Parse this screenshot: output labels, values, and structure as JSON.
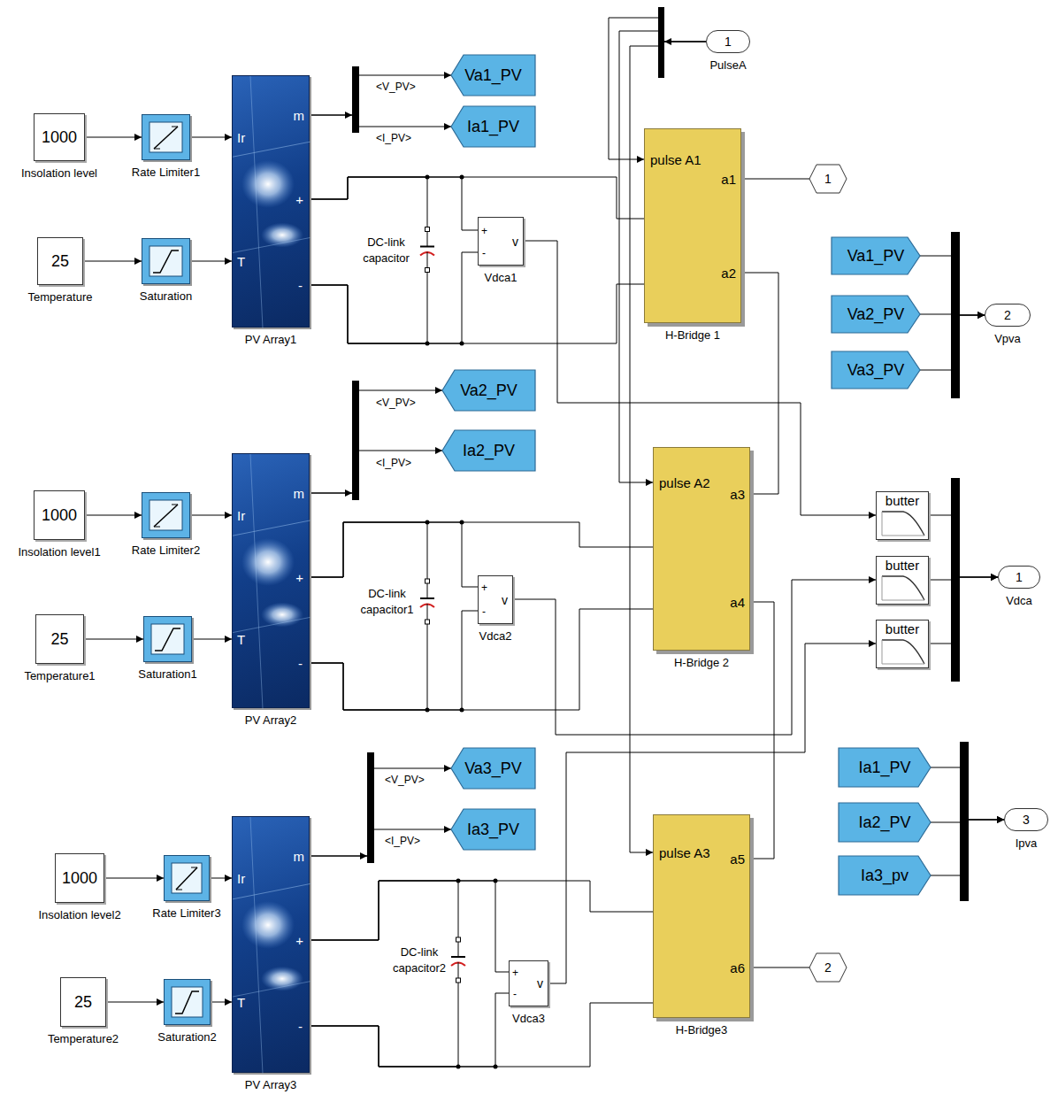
{
  "diagram": {
    "nodes": [
      {
        "text": [
          "1000",
          "Insolation level"
        ]
      },
      {
        "text": [
          "Rate Limiter1"
        ]
      },
      {
        "text": [
          "25",
          "Temperature"
        ]
      },
      {
        "text": [
          "Saturation"
        ]
      },
      {
        "text": [
          "Ir",
          "T",
          "m",
          "+",
          "-",
          "PV Array1"
        ]
      },
      {
        "text": [
          "Va1_PV"
        ]
      },
      {
        "text": [
          "Ia1_PV"
        ]
      },
      {
        "text": [
          "DC-link capacitor"
        ]
      },
      {
        "text": [
          "+",
          "-",
          "v",
          "Vdca1"
        ]
      },
      {
        "text": [
          "pulse A1",
          "a1",
          "a2",
          "H-Bridge 1"
        ]
      },
      {
        "text": [
          "1",
          "PulseA"
        ]
      },
      {
        "text": [
          "1"
        ]
      },
      {
        "text": [
          "Va1_PV"
        ]
      },
      {
        "text": [
          "Va2_PV"
        ]
      },
      {
        "text": [
          "Va3_PV"
        ]
      },
      {
        "text": [
          "2",
          "Vpva"
        ]
      },
      {
        "text": [
          "1000",
          "Insolation level1"
        ]
      },
      {
        "text": [
          "Rate Limiter2"
        ]
      },
      {
        "text": [
          "25",
          "Temperature1"
        ]
      },
      {
        "text": [
          "Saturation1"
        ]
      },
      {
        "text": [
          "Ir",
          "T",
          "m",
          "+",
          "-",
          "PV Array2"
        ]
      },
      {
        "text": [
          "Va2_PV"
        ]
      },
      {
        "text": [
          "Ia2_PV"
        ]
      },
      {
        "text": [
          "DC-link capacitor1"
        ]
      },
      {
        "text": [
          "+",
          "-",
          "v",
          "Vdca2"
        ]
      },
      {
        "text": [
          "pulse A2",
          "a3",
          "a4",
          "H-Bridge 2"
        ]
      },
      {
        "text": [
          "butter"
        ]
      },
      {
        "text": [
          "butter"
        ]
      },
      {
        "text": [
          "butter"
        ]
      },
      {
        "text": [
          "1",
          "Vdca"
        ]
      },
      {
        "text": [
          "1000",
          "Insolation level2"
        ]
      },
      {
        "text": [
          "Rate Limiter3"
        ]
      },
      {
        "text": [
          "25",
          "Temperature2"
        ]
      },
      {
        "text": [
          "Saturation2"
        ]
      },
      {
        "text": [
          "Ir",
          "T",
          "m",
          "+",
          "-",
          "PV Array3"
        ]
      },
      {
        "text": [
          "Va3_PV"
        ]
      },
      {
        "text": [
          "Ia3_PV"
        ]
      },
      {
        "text": [
          "DC-link capacitor2"
        ]
      },
      {
        "text": [
          "+",
          "-",
          "v",
          "Vdca3"
        ]
      },
      {
        "text": [
          "pulse A3",
          "a5",
          "a6",
          "H-Bridge3"
        ]
      },
      {
        "text": [
          "2"
        ]
      },
      {
        "text": [
          "Ia1_PV"
        ]
      },
      {
        "text": [
          "Ia2_PV"
        ]
      },
      {
        "text": [
          "Ia3_pv"
        ]
      },
      {
        "text": [
          "3",
          "Ipva"
        ]
      }
    ],
    "edges": [
      {
        "from": 0,
        "to": 1,
        "arrow": "to"
      },
      {
        "from": 1,
        "to": 4,
        "arrow": "to"
      },
      {
        "from": 2,
        "to": 3,
        "arrow": "to"
      },
      {
        "from": 3,
        "to": 4,
        "arrow": "to"
      },
      {
        "from": 4,
        "to": 5,
        "arrow": "to"
      },
      {
        "from": 4,
        "to": 6,
        "arrow": "to"
      },
      {
        "from": 4,
        "to": 7,
        "arrow": "none"
      },
      {
        "from": 4,
        "to": 8,
        "arrow": "none"
      },
      {
        "from": 4,
        "to": 9,
        "arrow": "none"
      },
      {
        "from": 8,
        "to": 26,
        "arrow": "to"
      },
      {
        "from": 10,
        "to": 9,
        "arrow": "to"
      },
      {
        "from": 10,
        "to": 25,
        "arrow": "to"
      },
      {
        "from": 10,
        "to": 39,
        "arrow": "to"
      },
      {
        "from": 9,
        "to": 11,
        "arrow": "none"
      },
      {
        "from": 9,
        "to": 25,
        "arrow": "none"
      },
      {
        "from": 12,
        "to": 15,
        "arrow": "to"
      },
      {
        "from": 13,
        "to": 15,
        "arrow": "to"
      },
      {
        "from": 14,
        "to": 15,
        "arrow": "to"
      },
      {
        "from": 16,
        "to": 17,
        "arrow": "to"
      },
      {
        "from": 17,
        "to": 20,
        "arrow": "to"
      },
      {
        "from": 18,
        "to": 19,
        "arrow": "to"
      },
      {
        "from": 19,
        "to": 20,
        "arrow": "to"
      },
      {
        "from": 20,
        "to": 21,
        "arrow": "to"
      },
      {
        "from": 20,
        "to": 22,
        "arrow": "to"
      },
      {
        "from": 20,
        "to": 23,
        "arrow": "none"
      },
      {
        "from": 20,
        "to": 24,
        "arrow": "none"
      },
      {
        "from": 20,
        "to": 25,
        "arrow": "none"
      },
      {
        "from": 24,
        "to": 27,
        "arrow": "to"
      },
      {
        "from": 25,
        "to": 39,
        "arrow": "none"
      },
      {
        "from": 26,
        "to": 29,
        "arrow": "to"
      },
      {
        "from": 27,
        "to": 29,
        "arrow": "to"
      },
      {
        "from": 28,
        "to": 29,
        "arrow": "to"
      },
      {
        "from": 30,
        "to": 31,
        "arrow": "to"
      },
      {
        "from": 31,
        "to": 34,
        "arrow": "to"
      },
      {
        "from": 32,
        "to": 33,
        "arrow": "to"
      },
      {
        "from": 33,
        "to": 34,
        "arrow": "to"
      },
      {
        "from": 34,
        "to": 35,
        "arrow": "to"
      },
      {
        "from": 34,
        "to": 36,
        "arrow": "to"
      },
      {
        "from": 34,
        "to": 37,
        "arrow": "none"
      },
      {
        "from": 34,
        "to": 38,
        "arrow": "none"
      },
      {
        "from": 34,
        "to": 39,
        "arrow": "none"
      },
      {
        "from": 38,
        "to": 28,
        "arrow": "to"
      },
      {
        "from": 39,
        "to": 40,
        "arrow": "none"
      },
      {
        "from": 41,
        "to": 44,
        "arrow": "to"
      },
      {
        "from": 42,
        "to": 44,
        "arrow": "to"
      },
      {
        "from": 43,
        "to": 44,
        "arrow": "to"
      }
    ],
    "labels": [
      "<V_PV>",
      "<I_PV>",
      "<V_PV>",
      "<I_PV>",
      "<V_PV>",
      "<I_PV>"
    ]
  }
}
